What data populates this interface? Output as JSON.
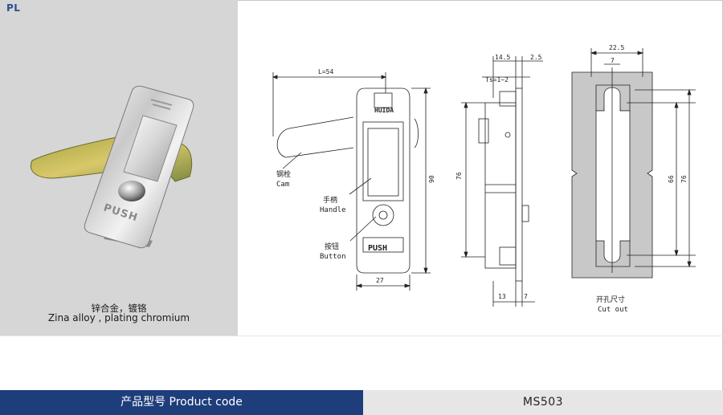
{
  "header": {
    "tag": "PL"
  },
  "photo": {
    "button_text": "PUSH",
    "caption_cn": "锌合金，镀铬",
    "caption_en": "Zina alloy , plating chromium"
  },
  "drawing": {
    "front_view": {
      "dim_length": "L=54",
      "dim_height": "90",
      "dim_width": "27",
      "logo_text": "HUIDA",
      "push_text": "PUSH",
      "callout_cam_cn": "钢栓",
      "callout_cam_en": "Cam",
      "callout_handle_cn": "手柄",
      "callout_handle_en": "Handle",
      "callout_button_cn": "按钮",
      "callout_button_en": "Button"
    },
    "side_view": {
      "dim_top_1": "14.5",
      "dim_top_2": "2.5",
      "dim_ts": "Ts=1~2",
      "dim_height": "76",
      "dim_bottom_1": "13",
      "dim_bottom_2": "7"
    },
    "cutout_view": {
      "dim_width": "22.5",
      "dim_slot": "7",
      "dim_inner": "66",
      "dim_outer": "76",
      "label_cn": "开孔尺寸",
      "label_en": "Cut out"
    }
  },
  "footer": {
    "code_label": "产品型号  Product code",
    "code_value": "MS503"
  },
  "colors": {
    "brand_blue": "#1e3d7b",
    "photo_bg": "#d6d6d6",
    "cutout_fill": "#c8c8c8"
  }
}
